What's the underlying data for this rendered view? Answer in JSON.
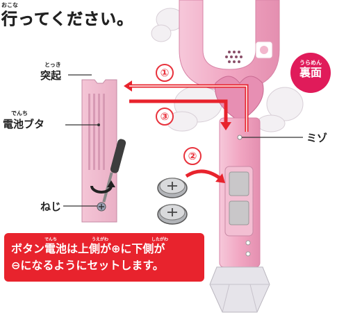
{
  "heading": {
    "text": "行ってください。",
    "ruby": "おこな"
  },
  "labels": {
    "protrusion": {
      "text": "突起",
      "ruby": "とっき"
    },
    "battery_cover": {
      "text": "電池ブタ",
      "ruby": "でんち"
    },
    "screw": {
      "text": "ねじ"
    },
    "groove": {
      "text": "ミゾ"
    }
  },
  "badge": {
    "text": "裏面",
    "ruby": "うらめん"
  },
  "steps": [
    "①",
    "②",
    "③"
  ],
  "notice": {
    "line1": "ボタン電池は上側が⊕に下側が",
    "line2": "⊖になるようにセットします。",
    "ruby": [
      "でんち",
      "うえがわ",
      "したがわ"
    ]
  },
  "colors": {
    "accent": "#e8323c",
    "wand_pink": "#efa9c4",
    "badge": "#e01b5a"
  },
  "icons": [
    "battery-icon",
    "screwdriver-icon",
    "rotate-arrow-icon"
  ]
}
